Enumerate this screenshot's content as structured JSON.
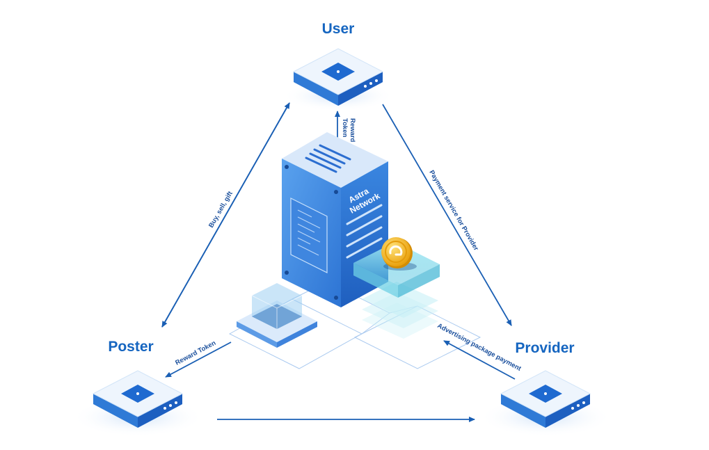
{
  "colors": {
    "accent": "#1565c0",
    "arrow": "#1a5fb4",
    "device_top": "#eef5fd",
    "device_side": "#2f7ad6",
    "device_dark": "#1251a8",
    "server_front": "#2a6fd0",
    "coin": "#f5b820",
    "glass": "#7fd6e8"
  },
  "nodes": {
    "user": {
      "label": "User"
    },
    "poster": {
      "label": "Poster"
    },
    "provider": {
      "label": "Provider"
    }
  },
  "server": {
    "label_line1": "Astra",
    "label_line2": "Network"
  },
  "edges": {
    "reward_token_user": {
      "line1": "Reward",
      "line2": "Token"
    },
    "buy_sell_gift": "Buy, sell, gift",
    "payment_service": "Payment service for Provider",
    "advertising_payment": "Advertising package payment",
    "reward_token_poster": "Reward Token"
  }
}
